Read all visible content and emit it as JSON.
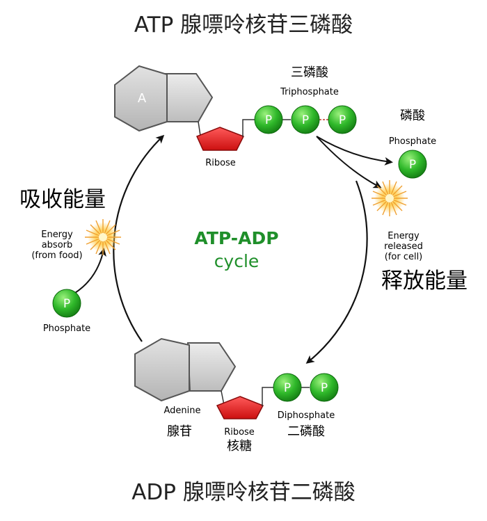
{
  "title_top": "ATP 腺嘌呤核苷三磷酸",
  "title_bottom": "ADP 腺嘌呤核苷二磷酸",
  "center": {
    "line1": "ATP-ADP",
    "line2": "cycle",
    "color": "#1f8f2a"
  },
  "atp": {
    "adenine_letter": "A",
    "ribose_label": "Ribose",
    "triphosphate_cn": "三磷酸",
    "triphosphate_en": "Triphosphate",
    "phosphate_letter": "P"
  },
  "released_phosphate": {
    "cn": "磷酸",
    "en": "Phosphate",
    "letter": "P"
  },
  "release": {
    "en_line1": "Energy",
    "en_line2": "released",
    "en_line3": "(for cell)",
    "cn": "释放能量"
  },
  "absorb": {
    "cn": "吸收能量",
    "en_line1": "Energy",
    "en_line2": "absorb",
    "en_line3": "(from food)"
  },
  "incoming_phosphate": {
    "en": "Phosphate",
    "letter": "P"
  },
  "adp": {
    "adenine_en": "Adenine",
    "adenine_cn": "腺苷",
    "ribose_en": "Ribose",
    "ribose_cn": "核糖",
    "diphosphate_en": "Diphosphate",
    "diphosphate_cn": "二磷酸",
    "phosphate_letter": "P"
  },
  "colors": {
    "phosphate_green": "#22a81e",
    "ribose_red": "#e02020",
    "adenine_gray": "#c8c8c8",
    "energy_orange": "#f0a030"
  }
}
